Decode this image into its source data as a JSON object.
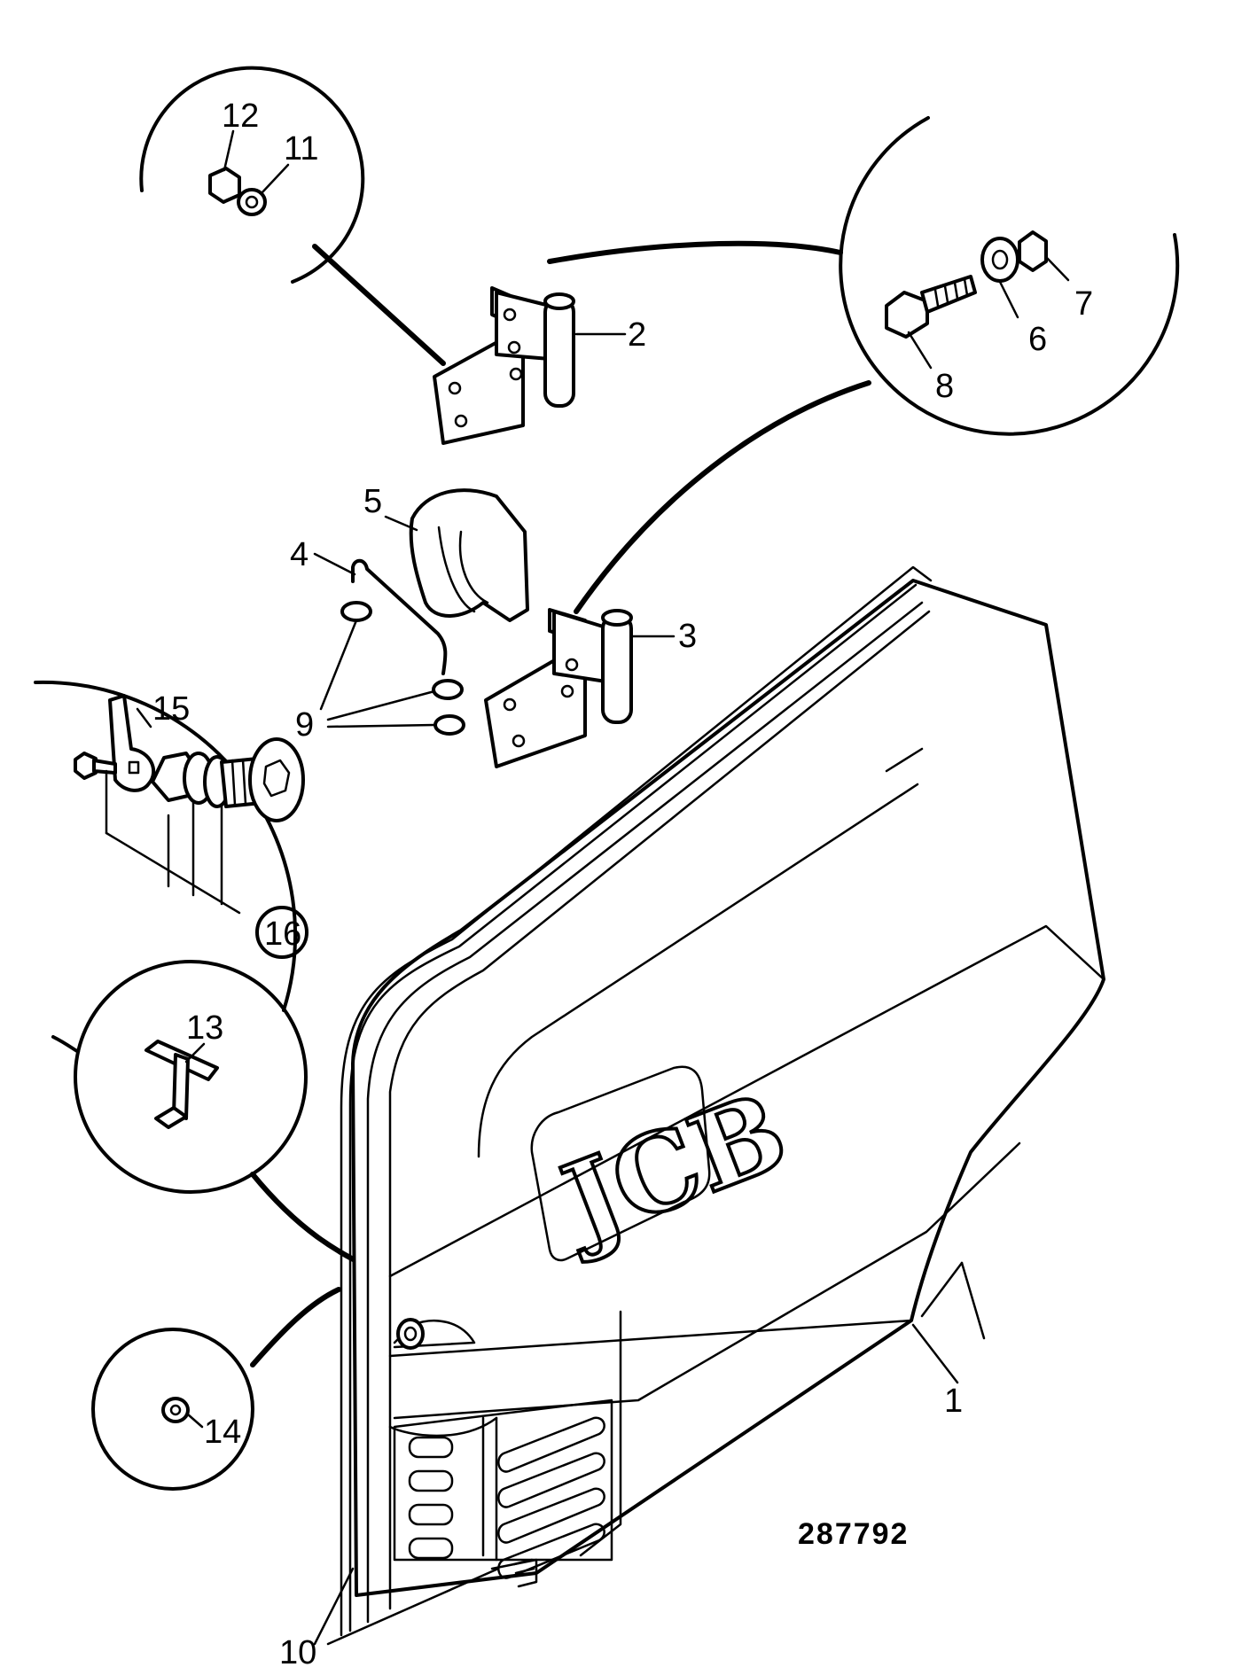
{
  "diagram": {
    "reference_number": "287792",
    "brand_logo": "JCB",
    "callouts": [
      "1",
      "2",
      "3",
      "4",
      "5",
      "6",
      "7",
      "8",
      "9",
      "10",
      "11",
      "12",
      "13",
      "14",
      "15",
      "16"
    ]
  }
}
